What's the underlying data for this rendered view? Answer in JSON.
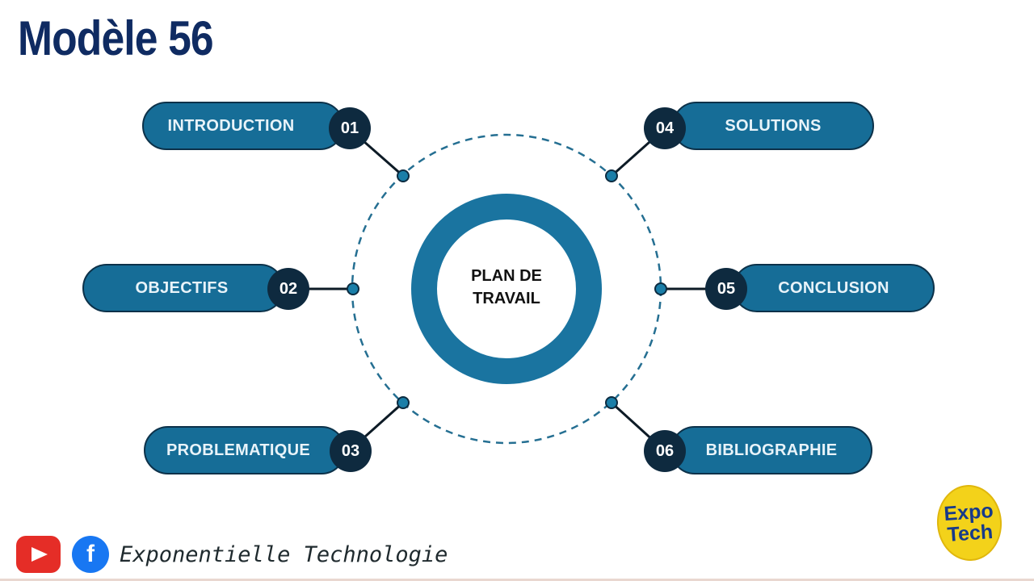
{
  "title": "Modèle 56",
  "center": {
    "line1": "PLAN DE",
    "line2": "TRAVAIL"
  },
  "items": [
    {
      "number": "01",
      "label": "INTRODUCTION"
    },
    {
      "number": "02",
      "label": "OBJECTIFS"
    },
    {
      "number": "03",
      "label": "PROBLEMATIQUE"
    },
    {
      "number": "04",
      "label": "SOLUTIONS"
    },
    {
      "number": "05",
      "label": "CONCLUSION"
    },
    {
      "number": "06",
      "label": "BIBLIOGRAPHIE"
    }
  ],
  "footer": {
    "channel_name": "Exponentielle Technologie",
    "youtube_icon": "youtube-icon",
    "facebook_icon": "facebook-icon"
  },
  "logo": {
    "line1": "Expo",
    "line2": "Tech"
  },
  "colors": {
    "title": "#0f2b62",
    "pill": "#166d97",
    "badge": "#0e2a3f",
    "ring": "#1a74a0",
    "dashed_circle": "#256f92"
  }
}
